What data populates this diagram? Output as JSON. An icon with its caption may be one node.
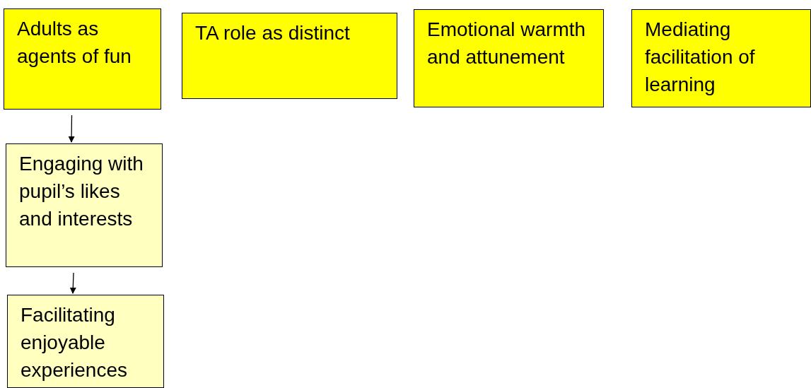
{
  "diagram": {
    "nodes": [
      {
        "text": [
          "Adults as agents of fun"
        ]
      },
      {
        "text": [
          "TA role as distinct"
        ]
      },
      {
        "text": [
          "Emotional warmth and attunement"
        ]
      },
      {
        "text": [
          "Mediating facilitation of learning"
        ]
      },
      {
        "text": [
          "Engaging with pupil’s likes and interests"
        ]
      },
      {
        "text": [
          "Facilitating enjoyable experiences"
        ]
      }
    ],
    "edges": [
      {
        "from": 0,
        "to": 4,
        "arrow": "to"
      },
      {
        "from": 4,
        "to": 5,
        "arrow": "to"
      }
    ]
  }
}
